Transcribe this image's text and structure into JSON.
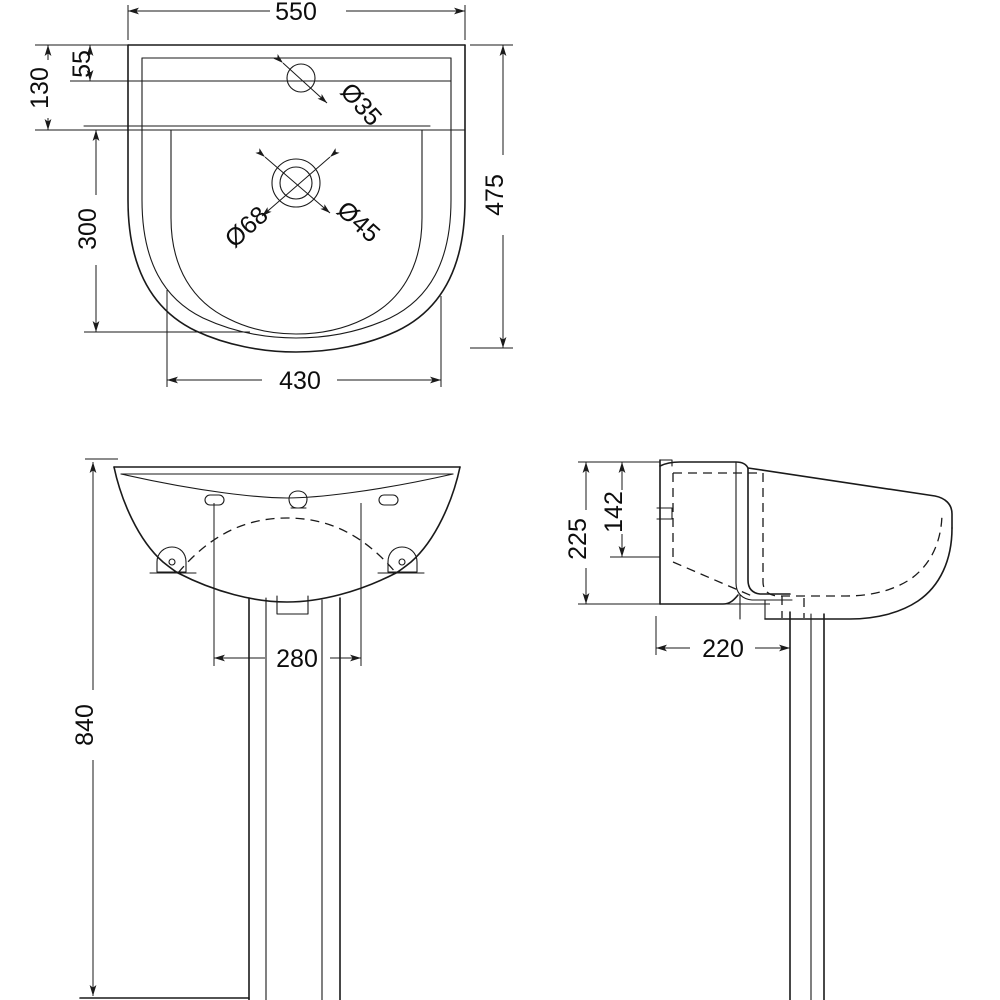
{
  "drawing": {
    "title": "Basin and pedestal technical drawing",
    "units": "mm",
    "line_color": "#1a1a1a",
    "background": "#ffffff",
    "views": [
      {
        "id": "top",
        "name": "Top / plan view of basin"
      },
      {
        "id": "front",
        "name": "Front elevation of basin and pedestal"
      },
      {
        "id": "side",
        "name": "Side elevation of basin and pedestal"
      }
    ]
  },
  "dimensions": {
    "top_view": {
      "overall_width": "550",
      "overall_depth": "475",
      "backsplash_depth": "130",
      "tap_ledge_depth": "55",
      "bowl_depth": "300",
      "bowl_width": "430",
      "tap_hole_dia": "Ø35",
      "waste_outer_dia": "Ø68",
      "waste_inner_dia": "Ø45"
    },
    "front_view": {
      "total_height": "840",
      "fixing_centres": "280"
    },
    "side_view": {
      "basin_height": "225",
      "bowl_height": "142",
      "projection": "220"
    }
  },
  "labels": [
    {
      "id": "d550",
      "text": "550",
      "view": "top"
    },
    {
      "id": "d475",
      "text": "475",
      "view": "top"
    },
    {
      "id": "d130",
      "text": "130",
      "view": "top"
    },
    {
      "id": "d55",
      "text": "55",
      "view": "top"
    },
    {
      "id": "d300",
      "text": "300",
      "view": "top"
    },
    {
      "id": "d430",
      "text": "430",
      "view": "top"
    },
    {
      "id": "d35",
      "text": "Ø35",
      "view": "top"
    },
    {
      "id": "d68",
      "text": "Ø68",
      "view": "top"
    },
    {
      "id": "d45",
      "text": "Ø45",
      "view": "top"
    },
    {
      "id": "d840",
      "text": "840",
      "view": "front"
    },
    {
      "id": "d280",
      "text": "280",
      "view": "front"
    },
    {
      "id": "d225",
      "text": "225",
      "view": "side"
    },
    {
      "id": "d142",
      "text": "142",
      "view": "side"
    },
    {
      "id": "d220",
      "text": "220",
      "view": "side"
    }
  ]
}
